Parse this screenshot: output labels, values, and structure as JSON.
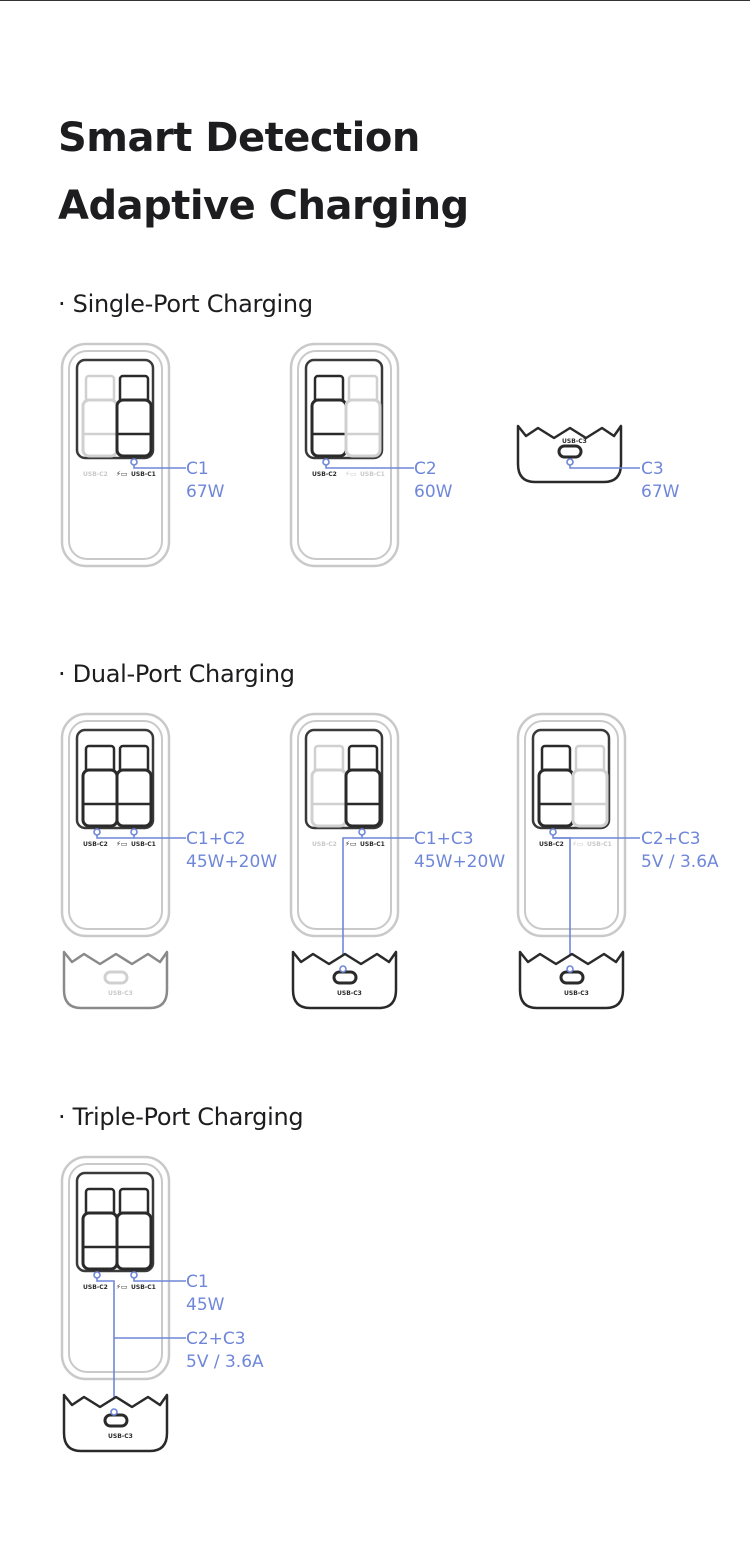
{
  "title": {
    "line1": "Smart Detection",
    "line2": "Adaptive Charging"
  },
  "sections": {
    "single": "· Single-Port Charging",
    "dual": "· Dual-Port Charging",
    "triple": "· Triple-Port Charging"
  },
  "ports": {
    "c1": "USB-C1",
    "c2": "USB-C2",
    "c3": "USB-C3"
  },
  "colors": {
    "accent": "#6f87d8",
    "active": "#2a2a2a",
    "inactive": "#c9c9c9"
  },
  "single": [
    {
      "port": "C1",
      "power": "67W"
    },
    {
      "port": "C2",
      "power": "60W"
    },
    {
      "port": "C3",
      "power": "67W"
    }
  ],
  "dual": [
    {
      "port": "C1+C2",
      "power": "45W+20W"
    },
    {
      "port": "C1+C3",
      "power": "45W+20W"
    },
    {
      "port": "C2+C3",
      "power": "5V / 3.6A"
    }
  ],
  "triple": [
    {
      "port": "C1",
      "power": "45W"
    },
    {
      "port": "C2+C3",
      "power": "5V / 3.6A"
    }
  ]
}
